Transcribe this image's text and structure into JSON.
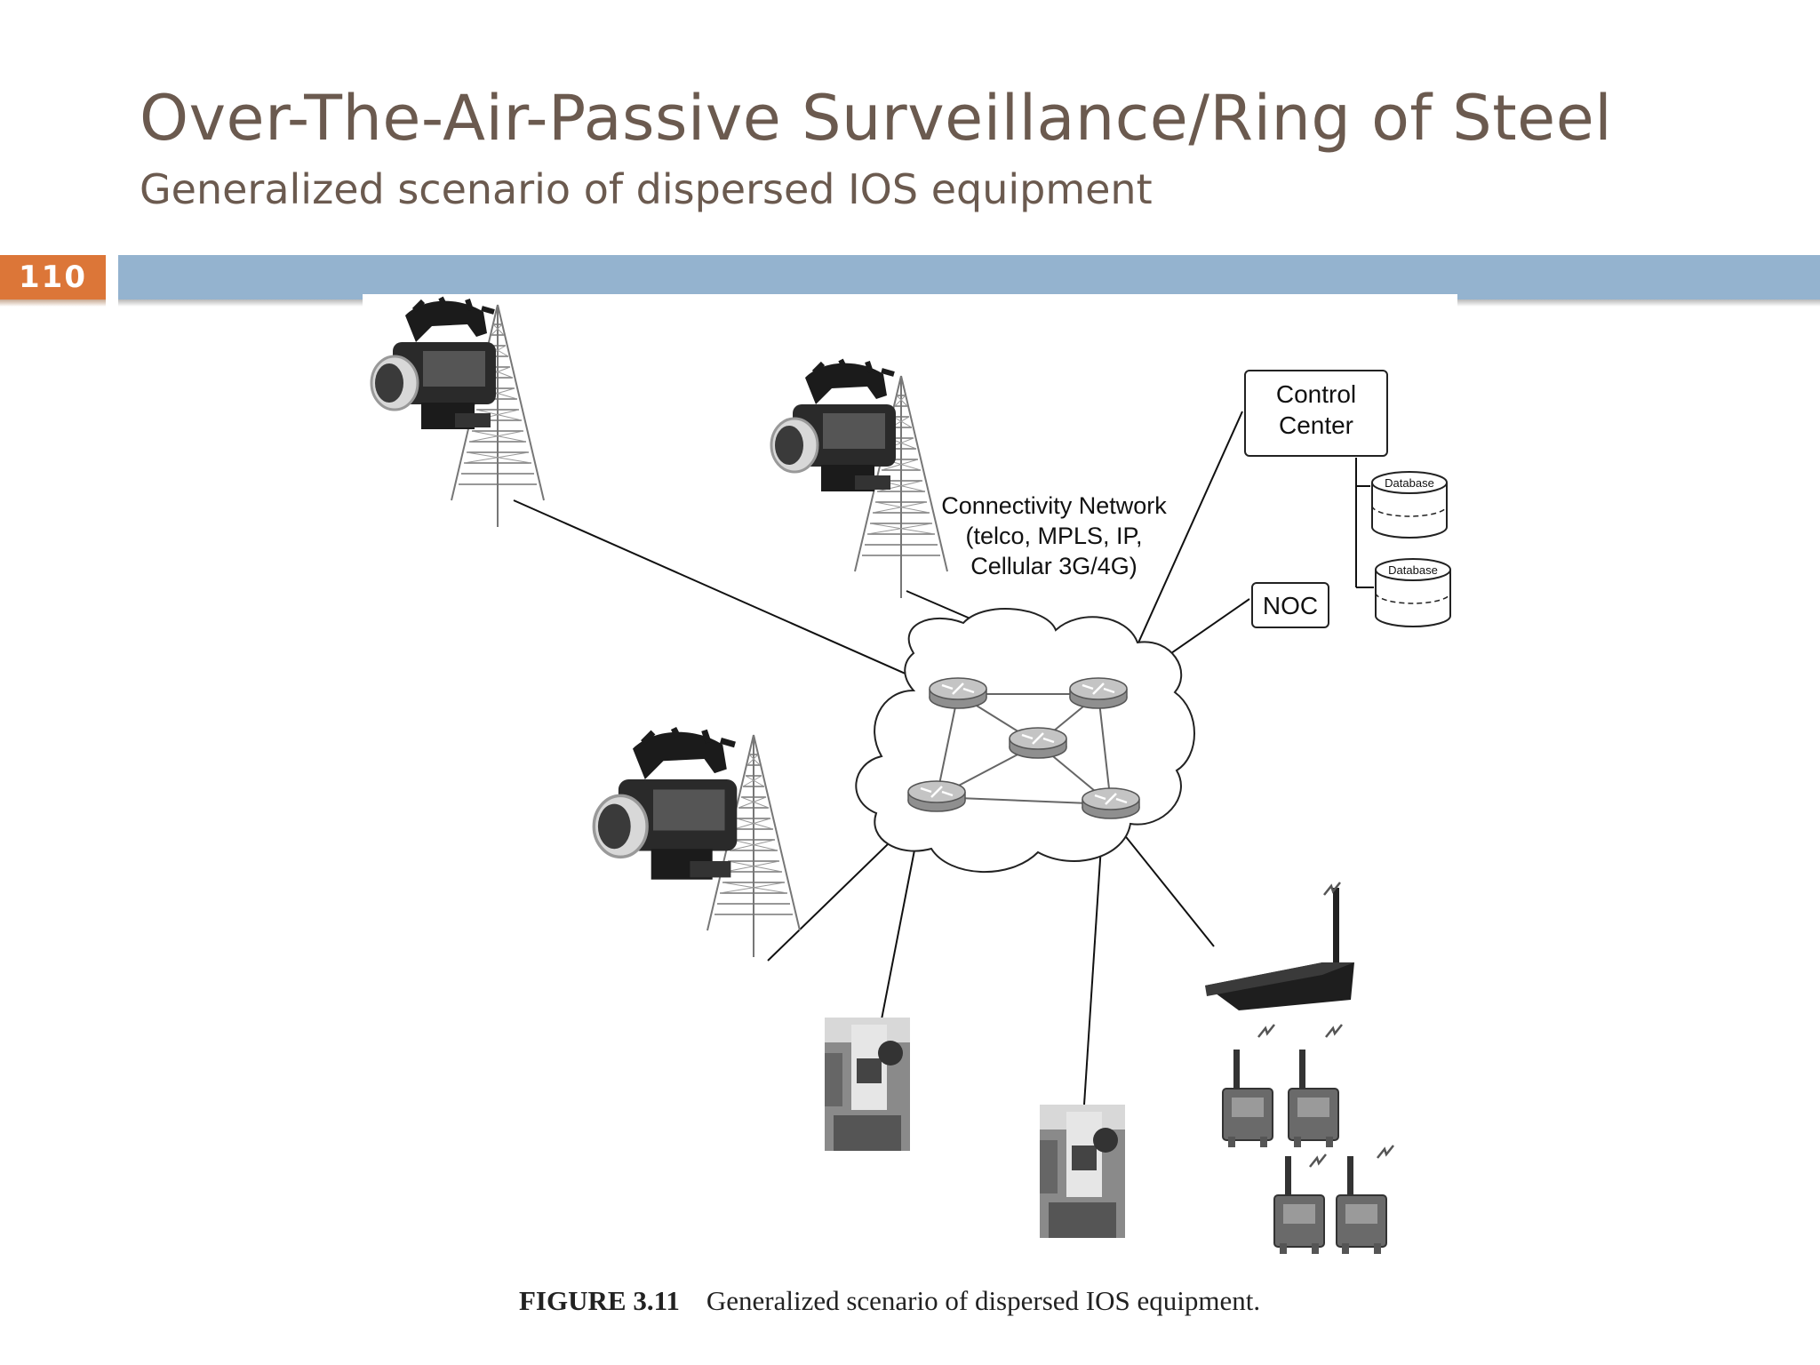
{
  "slide": {
    "title": "Over-The-Air-Passive Surveillance/Ring of Steel",
    "subtitle": "Generalized scenario of dispersed IOS equipment",
    "number": "110"
  },
  "diagram": {
    "control_center": [
      "Control",
      "Center"
    ],
    "database_label": "Database",
    "noc_label": "NOC",
    "network_label": [
      "Connectivity Network",
      "(telco, MPLS, IP,",
      "Cellular 3G/4G)"
    ]
  },
  "caption": {
    "figure_no": "FIGURE 3.11",
    "text": "Generalized scenario of dispersed IOS equipment."
  },
  "colors": {
    "title_text": "#6b5a4f",
    "header_bar": "#94b3cf",
    "number_badge": "#dc7638"
  }
}
